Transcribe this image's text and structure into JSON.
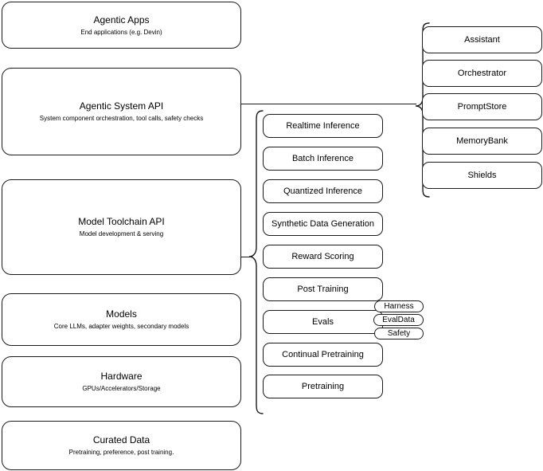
{
  "diagram": {
    "title": "Llama Stack layered architecture",
    "stroke_color": "#1a1a1a",
    "background_color": "#ffffff"
  },
  "layers": [
    {
      "name": "agentic-apps",
      "title": "Agentic Apps",
      "subtitle": "End applications (e.g. Devin)"
    },
    {
      "name": "agentic-system-api",
      "title": "Agentic System API",
      "subtitle": "System component orchestration, tool calls, safety checks"
    },
    {
      "name": "model-toolchain-api",
      "title": "Model Toolchain API",
      "subtitle": "Model development & serving"
    },
    {
      "name": "models",
      "title": "Models",
      "subtitle": "Core LLMs, adapter weights, secondary models"
    },
    {
      "name": "hardware",
      "title": "Hardware",
      "subtitle": "GPUs/Accelerators/Storage"
    },
    {
      "name": "curated-data",
      "title": "Curated Data",
      "subtitle": "Pretraining, preference, post training."
    }
  ],
  "toolchain_capabilities": [
    {
      "name": "realtime-inference",
      "label": "Realtime Inference"
    },
    {
      "name": "batch-inference",
      "label": "Batch Inference"
    },
    {
      "name": "quantized-inference",
      "label": "Quantized Inference"
    },
    {
      "name": "synthetic-data-generation",
      "label": "Synthetic Data Generation"
    },
    {
      "name": "reward-scoring",
      "label": "Reward Scoring"
    },
    {
      "name": "post-training",
      "label": "Post Training"
    },
    {
      "name": "evals",
      "label": "Evals"
    },
    {
      "name": "continual-pretraining",
      "label": "Continual Pretraining"
    },
    {
      "name": "pretraining",
      "label": "Pretraining"
    }
  ],
  "eval_badges": [
    {
      "name": "harness",
      "label": "Harness"
    },
    {
      "name": "evaldata",
      "label": "EvalData"
    },
    {
      "name": "safety",
      "label": "Safety"
    }
  ],
  "system_components": [
    {
      "name": "assistant",
      "label": "Assistant"
    },
    {
      "name": "orchestrator",
      "label": "Orchestrator"
    },
    {
      "name": "promptstore",
      "label": "PromptStore"
    },
    {
      "name": "memorybank",
      "label": "MemoryBank"
    },
    {
      "name": "shields",
      "label": "Shields"
    }
  ]
}
